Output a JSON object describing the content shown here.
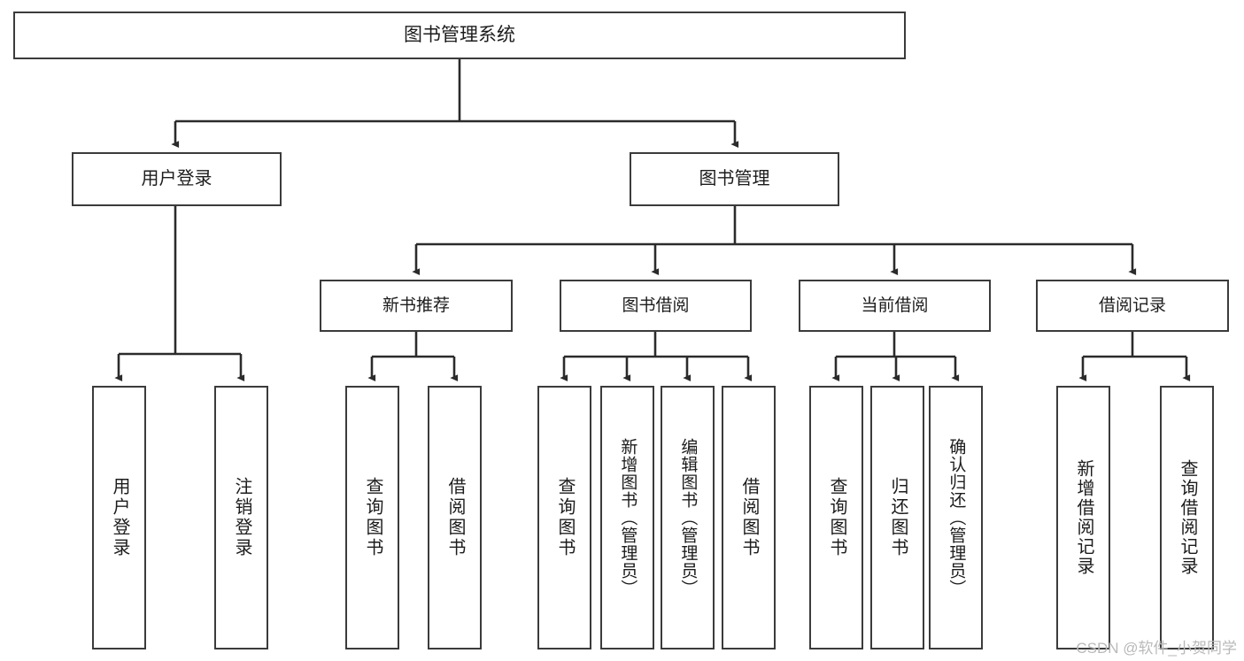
{
  "diagram": {
    "title_node": {
      "label": "图书管理系统"
    },
    "level2": [
      {
        "id": "user-login",
        "label": "用户登录"
      },
      {
        "id": "book-management",
        "label": "图书管理"
      }
    ],
    "level3": [
      {
        "id": "new-book-recommend",
        "label": "新书推荐"
      },
      {
        "id": "book-borrow",
        "label": "图书借阅"
      },
      {
        "id": "current-borrow",
        "label": "当前借阅"
      },
      {
        "id": "borrow-record",
        "label": "借阅记录"
      }
    ],
    "leaves": {
      "user_login": [
        {
          "id": "leaf-user-login",
          "label": "用户登录"
        },
        {
          "id": "leaf-logout-login",
          "label": "注销登录"
        }
      ],
      "new_book_recommend": [
        {
          "id": "leaf-query-book-1",
          "label": "查询图书"
        },
        {
          "id": "leaf-borrow-book-1",
          "label": "借阅图书"
        }
      ],
      "book_borrow": [
        {
          "id": "leaf-query-book-2",
          "label": "查询图书"
        },
        {
          "id": "leaf-add-book",
          "label": "新增图书（管理员）"
        },
        {
          "id": "leaf-edit-book",
          "label": "编辑图书（管理员）"
        },
        {
          "id": "leaf-borrow-book-2",
          "label": "借阅图书"
        }
      ],
      "current_borrow": [
        {
          "id": "leaf-query-book-3",
          "label": "查询图书"
        },
        {
          "id": "leaf-return-book",
          "label": "归还图书"
        },
        {
          "id": "leaf-confirm-return",
          "label": "确认归还（管理员）"
        }
      ],
      "borrow_record": [
        {
          "id": "leaf-add-record",
          "label": "新增借阅记录"
        },
        {
          "id": "leaf-query-record",
          "label": "查询借阅记录"
        }
      ]
    },
    "watermark": "CSDN @软件_小贺同学",
    "colors": {
      "stroke": "#3b3b3b",
      "connector": "#2b2b2b",
      "background": "#ffffff",
      "watermark": "#b9b9b9"
    }
  }
}
